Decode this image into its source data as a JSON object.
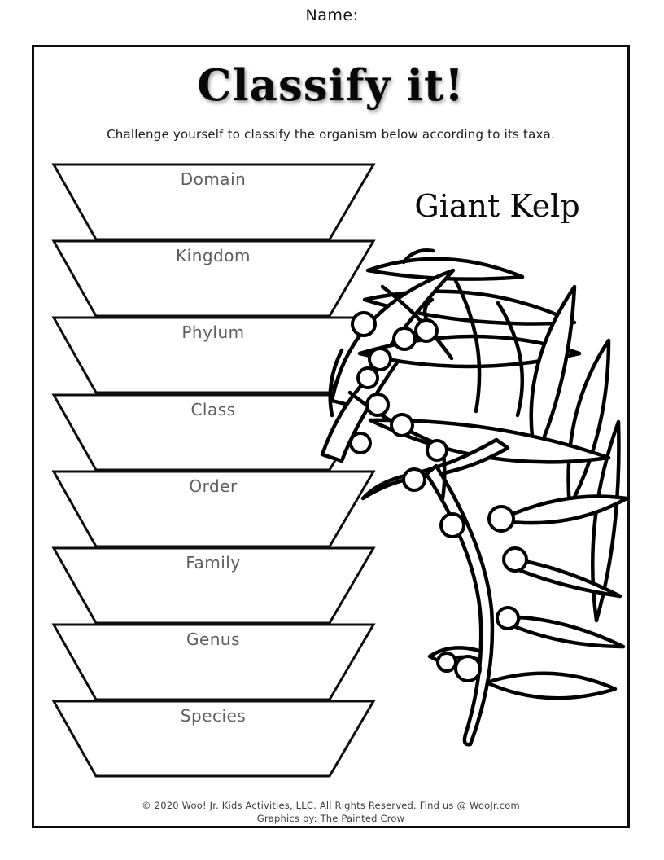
{
  "page": {
    "name_label": "Name:",
    "title": "Classify it!",
    "subtitle": "Challenge yourself to classify the organism below according to its taxa.",
    "organism_label": "Giant Kelp",
    "taxa": [
      "Domain",
      "Kingdom",
      "Phylum",
      "Class",
      "Order",
      "Family",
      "Genus",
      "Species"
    ],
    "footer": {
      "line1": "© 2020 Woo! Jr. Kids Activities, LLC. All Rights Reserved. Find us @ WooJr.com",
      "line2": "Graphics by: The Painted Crow"
    },
    "illustration_alt": "Black and white line drawing of giant kelp with blades and round gas bladders",
    "colors": {
      "ink": "#0d0d0d",
      "taxa_label": "#5e5e5e",
      "footer_text": "#3d3d3d",
      "paper": "#ffffff"
    }
  }
}
